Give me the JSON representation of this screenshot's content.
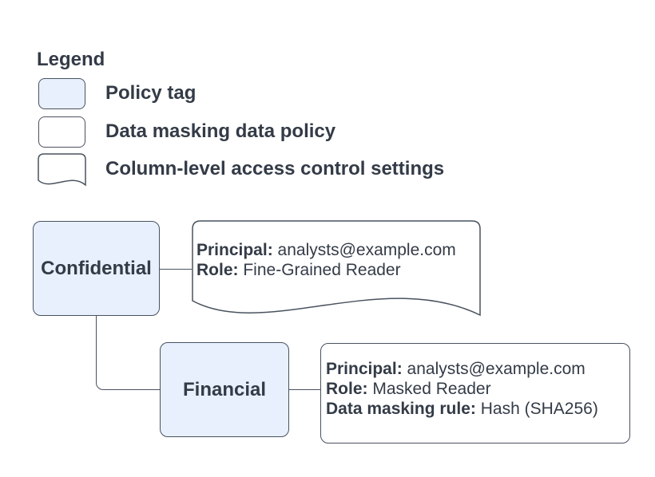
{
  "colors": {
    "canvas": "#ffffff",
    "tag_fill": "#e8f0fe",
    "shape_fill": "#ffffff",
    "stroke": "#49525f",
    "text": "#333b47"
  },
  "legend": {
    "title": "Legend",
    "items": [
      {
        "id": "policy-tag",
        "label": "Policy tag"
      },
      {
        "id": "data-masking-policy",
        "label": "Data masking data policy"
      },
      {
        "id": "column-acl",
        "label": "Column-level access control settings"
      }
    ]
  },
  "diagram": {
    "tags": {
      "confidential": "Confidential",
      "financial": "Financial"
    },
    "acl_note": {
      "principal_label": "Principal:",
      "principal_value": "analysts@example.com",
      "role_label": "Role:",
      "role_value": "Fine-Grained Reader"
    },
    "masking_note": {
      "principal_label": "Principal:",
      "principal_value": "analysts@example.com",
      "role_label": "Role:",
      "role_value": "Masked Reader",
      "rule_label": "Data masking rule:",
      "rule_value": "Hash (SHA256)"
    }
  }
}
